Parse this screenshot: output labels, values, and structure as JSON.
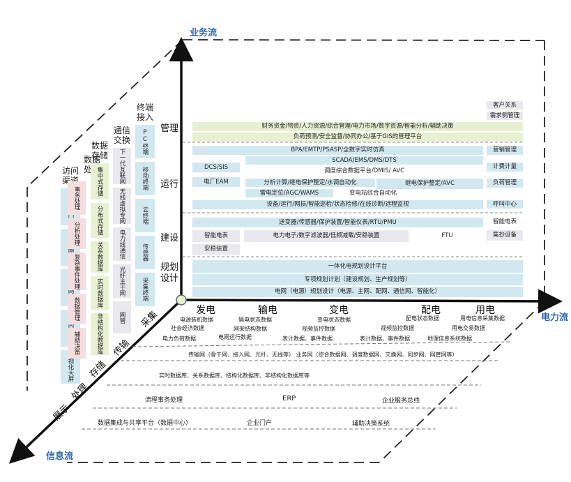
{
  "axes": {
    "business": "业务流",
    "power": "电力流",
    "information": "信息流"
  },
  "business": {
    "management": "管理",
    "operation": "运行",
    "construction": "建设",
    "planning_1": "规划",
    "planning_2": "设计"
  },
  "management": {
    "customer": "客户关系",
    "demand": "需求侧管理",
    "row1": "财务资金/物资/人力资源/综合管理/电力市场/数字资源/智能分析/辅助决策",
    "row2": "负荷预测/安全监督/协同办公/基于GIS的管理平台"
  },
  "operation": {
    "bpa": "BPA/EMTP/PSASP/全数字实时仿真",
    "marketing": "营销管理",
    "scada": "SCADA/EMS/DMS/DTS",
    "dcs": "DCS/SIS",
    "metering": "计费计量",
    "dispatch": "调度综合数据平台/DMIS/ AVC",
    "eam": "电厂EAM",
    "analysis": "分析计算/继电保护整定/水调自动化",
    "relay": "继电保护整定/AVC",
    "load": "负荷管理",
    "lightning": "雷电定位/AGC/WAMS",
    "substation": "变电站综合自动化",
    "equipment": "设备/运行/网损/智能巡检/状态检修/在线诊断/远程监视",
    "call_center": "呼叫中心"
  },
  "construction": {
    "sensors": "送变器/传感器/保护装置/智能仪表/RTU/PMU",
    "smart_meter_r": "智能电表",
    "smart_meter": "智能电表",
    "electronics": "电力电子/数字滤波器/低频减载/安稳装置",
    "ftu": "FTU",
    "meter_reading": "集抄设备",
    "safety": "安稳装置"
  },
  "planning": {
    "platform": "一体化电规划设计平台",
    "special": "专项规划计划（建设规划、生产规划等）",
    "grid": "电网（电源）规划设计（电源、主网、配网、通信网、智能化）"
  },
  "columns": {
    "access": {
      "cap1": "访问",
      "cap2": "渠道",
      "items": [
        "桌面外网门户",
        "桌面内网门户",
        "移动外网门户",
        "移动内网门户",
        "可视化大屏"
      ]
    },
    "processing": {
      "cap1": "数据",
      "cap2": "处理",
      "items": [
        "事务处理",
        "分析处理",
        "复杂事件处理",
        "数据管理",
        "辅助决策"
      ]
    },
    "storage": {
      "cap1": "数据",
      "cap2": "存储",
      "items": [
        "集中式存储",
        "分布式存储",
        "关系数据库",
        "实时数据库",
        "非结构化数据库"
      ]
    },
    "comm": {
      "cap1": "通信",
      "cap2": "交换",
      "items": [
        "下一代互联网",
        "无线虚拟专网",
        "电力线通信",
        "光纤主干网",
        "网管"
      ]
    },
    "terminal": {
      "cap1": "终端",
      "cap2": "接入",
      "items": [
        "PC终端",
        "移动终端",
        "云终端",
        "传感器",
        "采集终端"
      ]
    }
  },
  "info": {
    "collect": "采集",
    "transmit": "传输",
    "storage": "存储",
    "process": "处理",
    "display": "展示"
  },
  "power": {
    "stages": [
      "发电",
      "输电",
      "变电",
      "配电",
      "用电"
    ]
  },
  "collect": [
    "电源装机数据",
    "输电状态数据",
    "变电状态数据",
    "配电状态数据",
    "用电信息采集数据",
    "社会经济数据",
    "网架结构数据",
    "视频监控数据",
    "视频监控数据",
    "用电交易数据",
    "电力负荷数据",
    "电网运行数据",
    "表计数据、事件数据",
    "表计数据、事件数据",
    "地理信息系统数据"
  ],
  "layers": {
    "transmit": "传输网（骨干网、接入网、光纤、无线等）  业务网（综合数据网、调度数据网、交换网、同步网、网管网等）",
    "storage": "实时数据库、关系数据库、结构化数据库、非结构化数据库等",
    "process": [
      "流程事务处理",
      "ERP",
      "企业服务总线"
    ],
    "display": [
      "数据集成与共享平台（数据中心）",
      "企业门户",
      "辅助决策系统"
    ]
  }
}
